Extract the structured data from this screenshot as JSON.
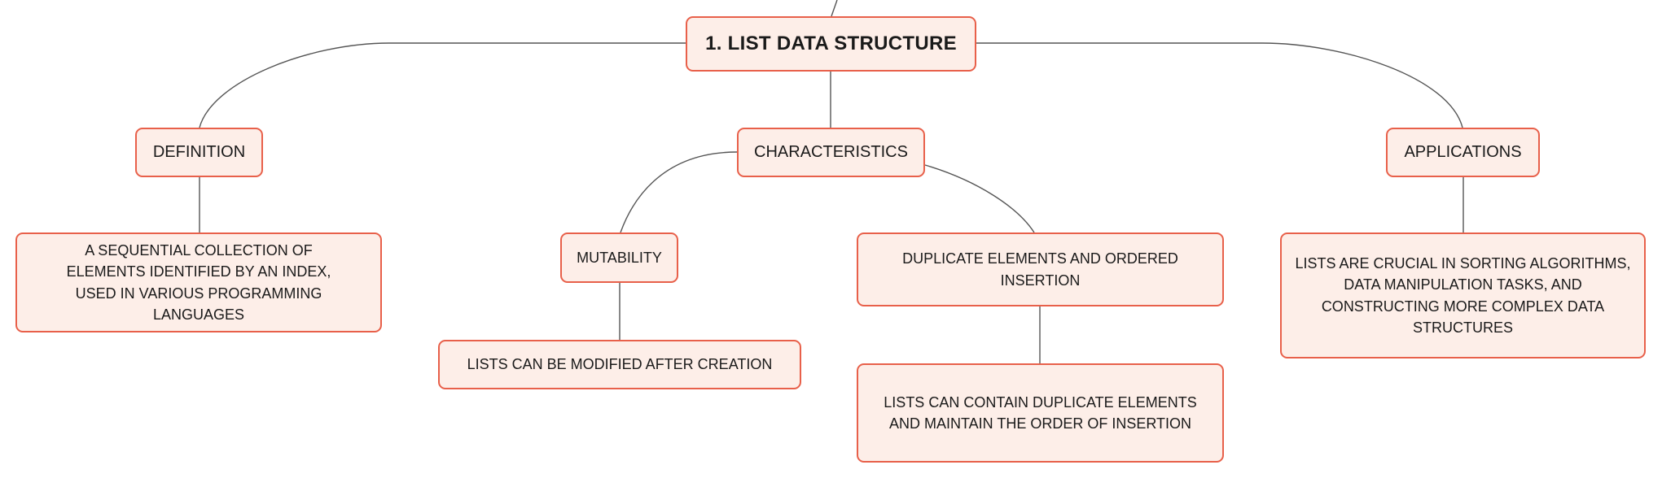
{
  "theme": {
    "node_fill": "#fdeee8",
    "node_border": "#e8604a",
    "connector": "#555555",
    "text": "#1a1a1a"
  },
  "root": {
    "label": "1. LIST DATA STRUCTURE"
  },
  "branches": {
    "definition": {
      "label": "DEFINITION",
      "detail": "A SEQUENTIAL COLLECTION OF ELEMENTS IDENTIFIED BY AN INDEX, USED IN VARIOUS PROGRAMMING LANGUAGES"
    },
    "characteristics": {
      "label": "CHARACTERISTICS",
      "mutability": {
        "label": "MUTABILITY",
        "detail": "LISTS CAN BE MODIFIED AFTER CREATION"
      },
      "duplicates": {
        "label": "DUPLICATE ELEMENTS AND ORDERED INSERTION",
        "detail": "LISTS CAN CONTAIN DUPLICATE ELEMENTS AND MAINTAIN THE ORDER OF INSERTION"
      }
    },
    "applications": {
      "label": "APPLICATIONS",
      "detail": "LISTS ARE CRUCIAL IN SORTING ALGORITHMS, DATA MANIPULATION TASKS, AND CONSTRUCTING MORE COMPLEX DATA STRUCTURES"
    }
  }
}
